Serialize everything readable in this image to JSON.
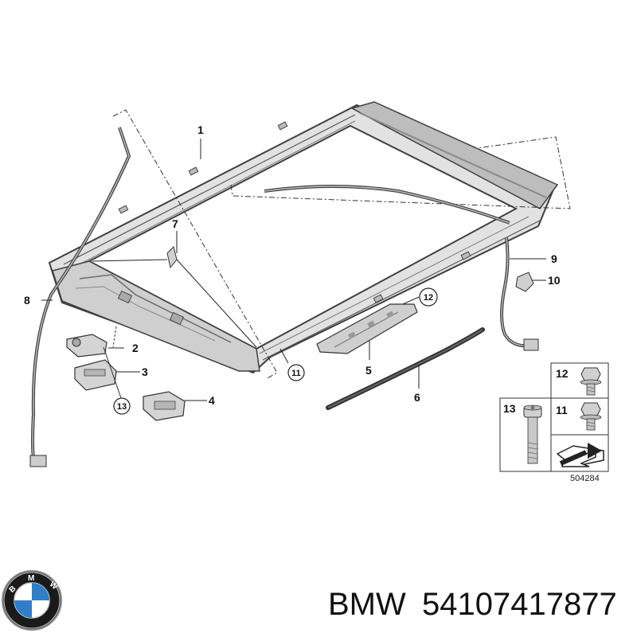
{
  "callouts": {
    "c1": "1",
    "c2": "2",
    "c3": "3",
    "c4": "4",
    "c5": "5",
    "c6": "6",
    "c7": "7",
    "c8": "8",
    "c9": "9",
    "c10": "10",
    "c11": "11",
    "c12": "12",
    "c13": "13"
  },
  "legend": {
    "item12": "12",
    "item11": "11",
    "item13": "13"
  },
  "diagram_id": "504284",
  "footer": {
    "brand": "BMW",
    "part_number": "54107417877",
    "logo_letters": "BMW"
  },
  "colors": {
    "frame_fill": "#d9d9d9",
    "frame_stroke": "#4a4a4a",
    "line": "#222222",
    "logo_blue": "#2f7fc8",
    "logo_ring": "#1a1a1a"
  }
}
